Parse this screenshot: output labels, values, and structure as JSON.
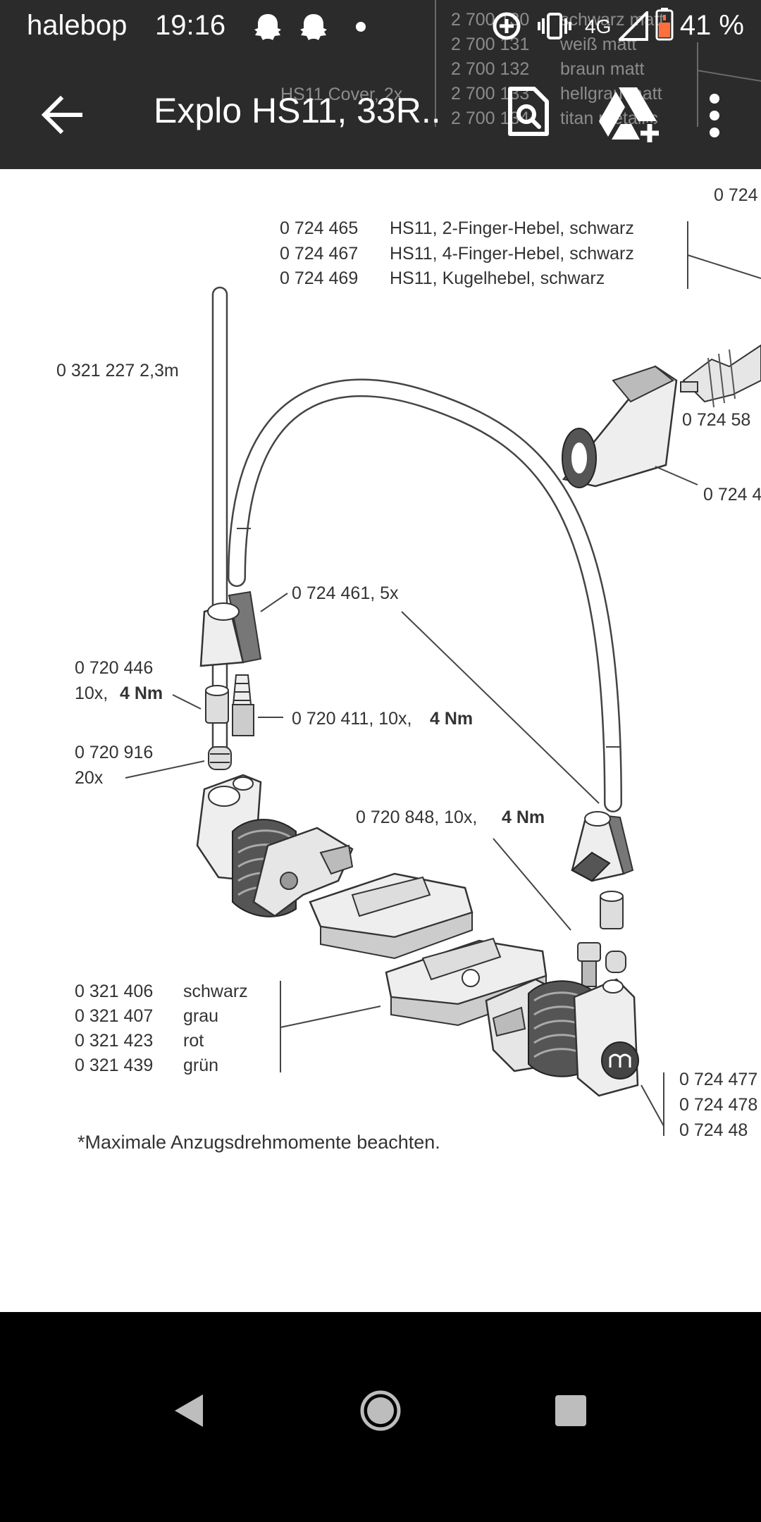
{
  "status_bar": {
    "carrier": "halebop",
    "time": "19:16",
    "network": "4G",
    "battery": "41 %",
    "battery_color": "#ff6f3c"
  },
  "toolbar": {
    "title": "Explo HS11, 33R...",
    "back_icon": "arrow-left-icon",
    "find_icon": "find-in-page-icon",
    "drive_icon": "add-to-drive-icon",
    "more_icon": "more-vert-icon"
  },
  "document": {
    "top_bleed": {
      "cover": "HS11 Cover, 2x",
      "rows": [
        {
          "num": "2 700 130",
          "label": "schwarz matt"
        },
        {
          "num": "2 700 131",
          "label": "weiß matt"
        },
        {
          "num": "2 700 132",
          "label": "braun matt"
        },
        {
          "num": "2 700 133",
          "label": "hellgrau matt"
        },
        {
          "num": "2 700 134",
          "label": "titan metallic"
        }
      ]
    },
    "right_edge_top": "0 724",
    "levers": [
      {
        "num": "0 724 465",
        "label": "HS11, 2-Finger-Hebel, schwarz"
      },
      {
        "num": "0 724 467",
        "label": "HS11, 4-Finger-Hebel, schwarz"
      },
      {
        "num": "0 724 469",
        "label": "HS11, Kugelhebel, schwarz"
      }
    ],
    "hose": "0 321 227 2,3m",
    "right_58": "0 724 58",
    "right_4": "0 724 4",
    "part_461": "0 724 461, 5x",
    "part_446": {
      "num": "0 720 446",
      "qty": "10x,",
      "torque": "4 Nm"
    },
    "part_411": {
      "text": "0 720 411, 10x,",
      "torque": "4 Nm"
    },
    "part_916": {
      "num": "0 720 916",
      "qty": "20x"
    },
    "part_848": {
      "text": "0 720 848, 10x,",
      "torque": "4 Nm"
    },
    "pads": [
      {
        "num": "0 321 406",
        "label": "schwarz"
      },
      {
        "num": "0 321 407",
        "label": "grau"
      },
      {
        "num": "0 321 423",
        "label": "rot"
      },
      {
        "num": "0 321 439",
        "label": "grün"
      }
    ],
    "right_bottom": [
      "0 724 477",
      "0 724 478",
      "0 724 48"
    ],
    "footnote": "*Maximale Anzugsdrehmomente beachten."
  },
  "navbar": {
    "back_icon": "nav-back-triangle-icon",
    "home_icon": "nav-home-circle-icon",
    "recents_icon": "nav-recents-square-icon"
  }
}
